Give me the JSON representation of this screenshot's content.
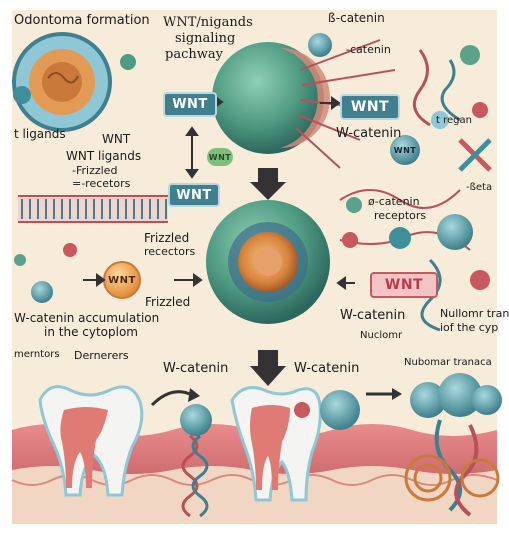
{
  "colors": {
    "parchment": "#f6ecd9",
    "membrane_pink": "#e7a0a2",
    "tissue_red": "#c95b5f",
    "cell_green": "#5aa38a",
    "cell_dark": "#2f6f66",
    "core_orange": "#e39a55",
    "tooth_white": "#f4f4f2",
    "tooth_inner": "#e07a74",
    "wnt_tag_teal": "#3f7f8e",
    "wnt_tag_red": "#c9585e"
  },
  "labels": {
    "title": "Odontoma formation",
    "pathway_l1": "WNT/nigands",
    "pathway_l2": "signaling",
    "pathway_l3": "pachway",
    "beta_catenin_top1": "ß-catenin",
    "beta_catenin_top2": "-catenin",
    "regan": "t regan",
    "t_ligands": "t ligands",
    "wnt_upper": "WNT",
    "wnt_ligands": "WNT ligands",
    "frizzled_upper": "-Frizzled",
    "receptors_upper": "=-recetors",
    "w_catenin_mid": "W-catenin",
    "o_catenin": "ø-catenin",
    "receptors_right": "receptors",
    "beta_catenin_right": "-ßeta",
    "frizzled_receptors1": "Frizzled",
    "frizzled_receptors2": "recectors",
    "frizzled_low": "Frizzled",
    "acc_l1": "W-catenin accumulation",
    "acc_l2": "in the cytoplom",
    "w_catenin_right": "W-catenin",
    "nuclomr": "Nuclomr",
    "nullomr_l1": "Nullomr trand",
    "nullomr_l2": "iof the cyp",
    "dernerors": "Dernerers",
    "mentors": "merntors",
    "w_catenin_bottom1": "W-catenin",
    "w_catenin_bottom2": "W-catenin",
    "nubomar": "Nubomar tranaca"
  },
  "tags": {
    "wnt_top": "WNT",
    "wnt_mid_right": "WNT",
    "wnt_center": "WNT",
    "wnt_small": "WNT",
    "wnt_right_red": "WNT",
    "wnt_right_circle": "WNT",
    "wnt_orange": "WNT"
  }
}
